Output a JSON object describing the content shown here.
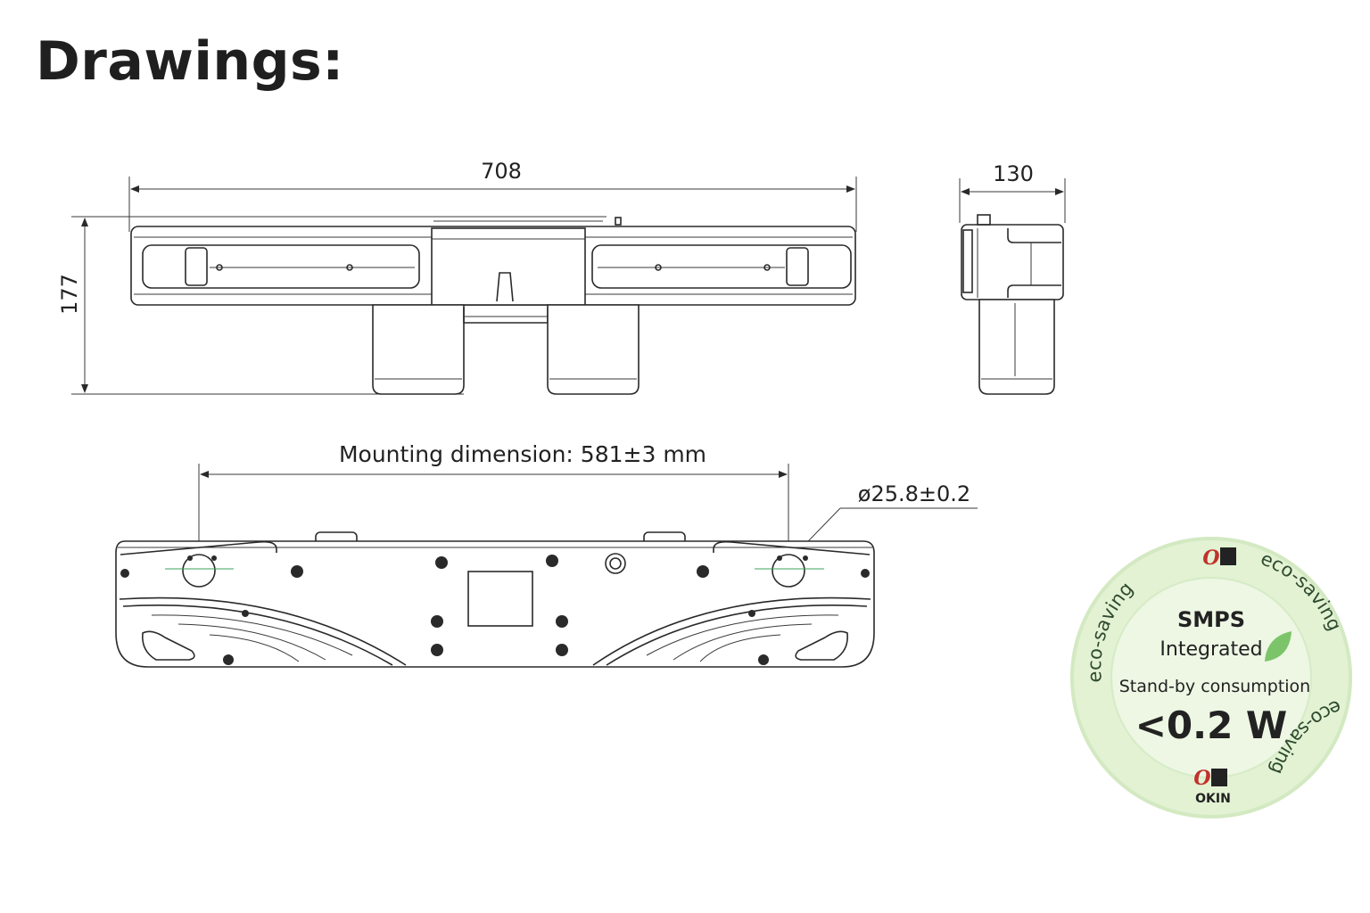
{
  "title": "Drawings:",
  "dimensions": {
    "width": "708",
    "height": "177",
    "depth": "130",
    "mounting": "Mounting dimension: 581±3 mm",
    "hole_diameter": "ø25.8±0.2"
  },
  "badge": {
    "brand_top": "OKIN",
    "eco_text": "eco-saving",
    "smps": "SMPS",
    "integrated": "Integrated",
    "standby_label": "Stand-by consumption",
    "standby_value": "<0.2 W",
    "brand_bottom": "OKIN",
    "colors": {
      "background": "#e4f3d6",
      "ring": "#cfe8bb",
      "leaf": "#7cc46a",
      "logo_red": "#c0312b"
    }
  }
}
